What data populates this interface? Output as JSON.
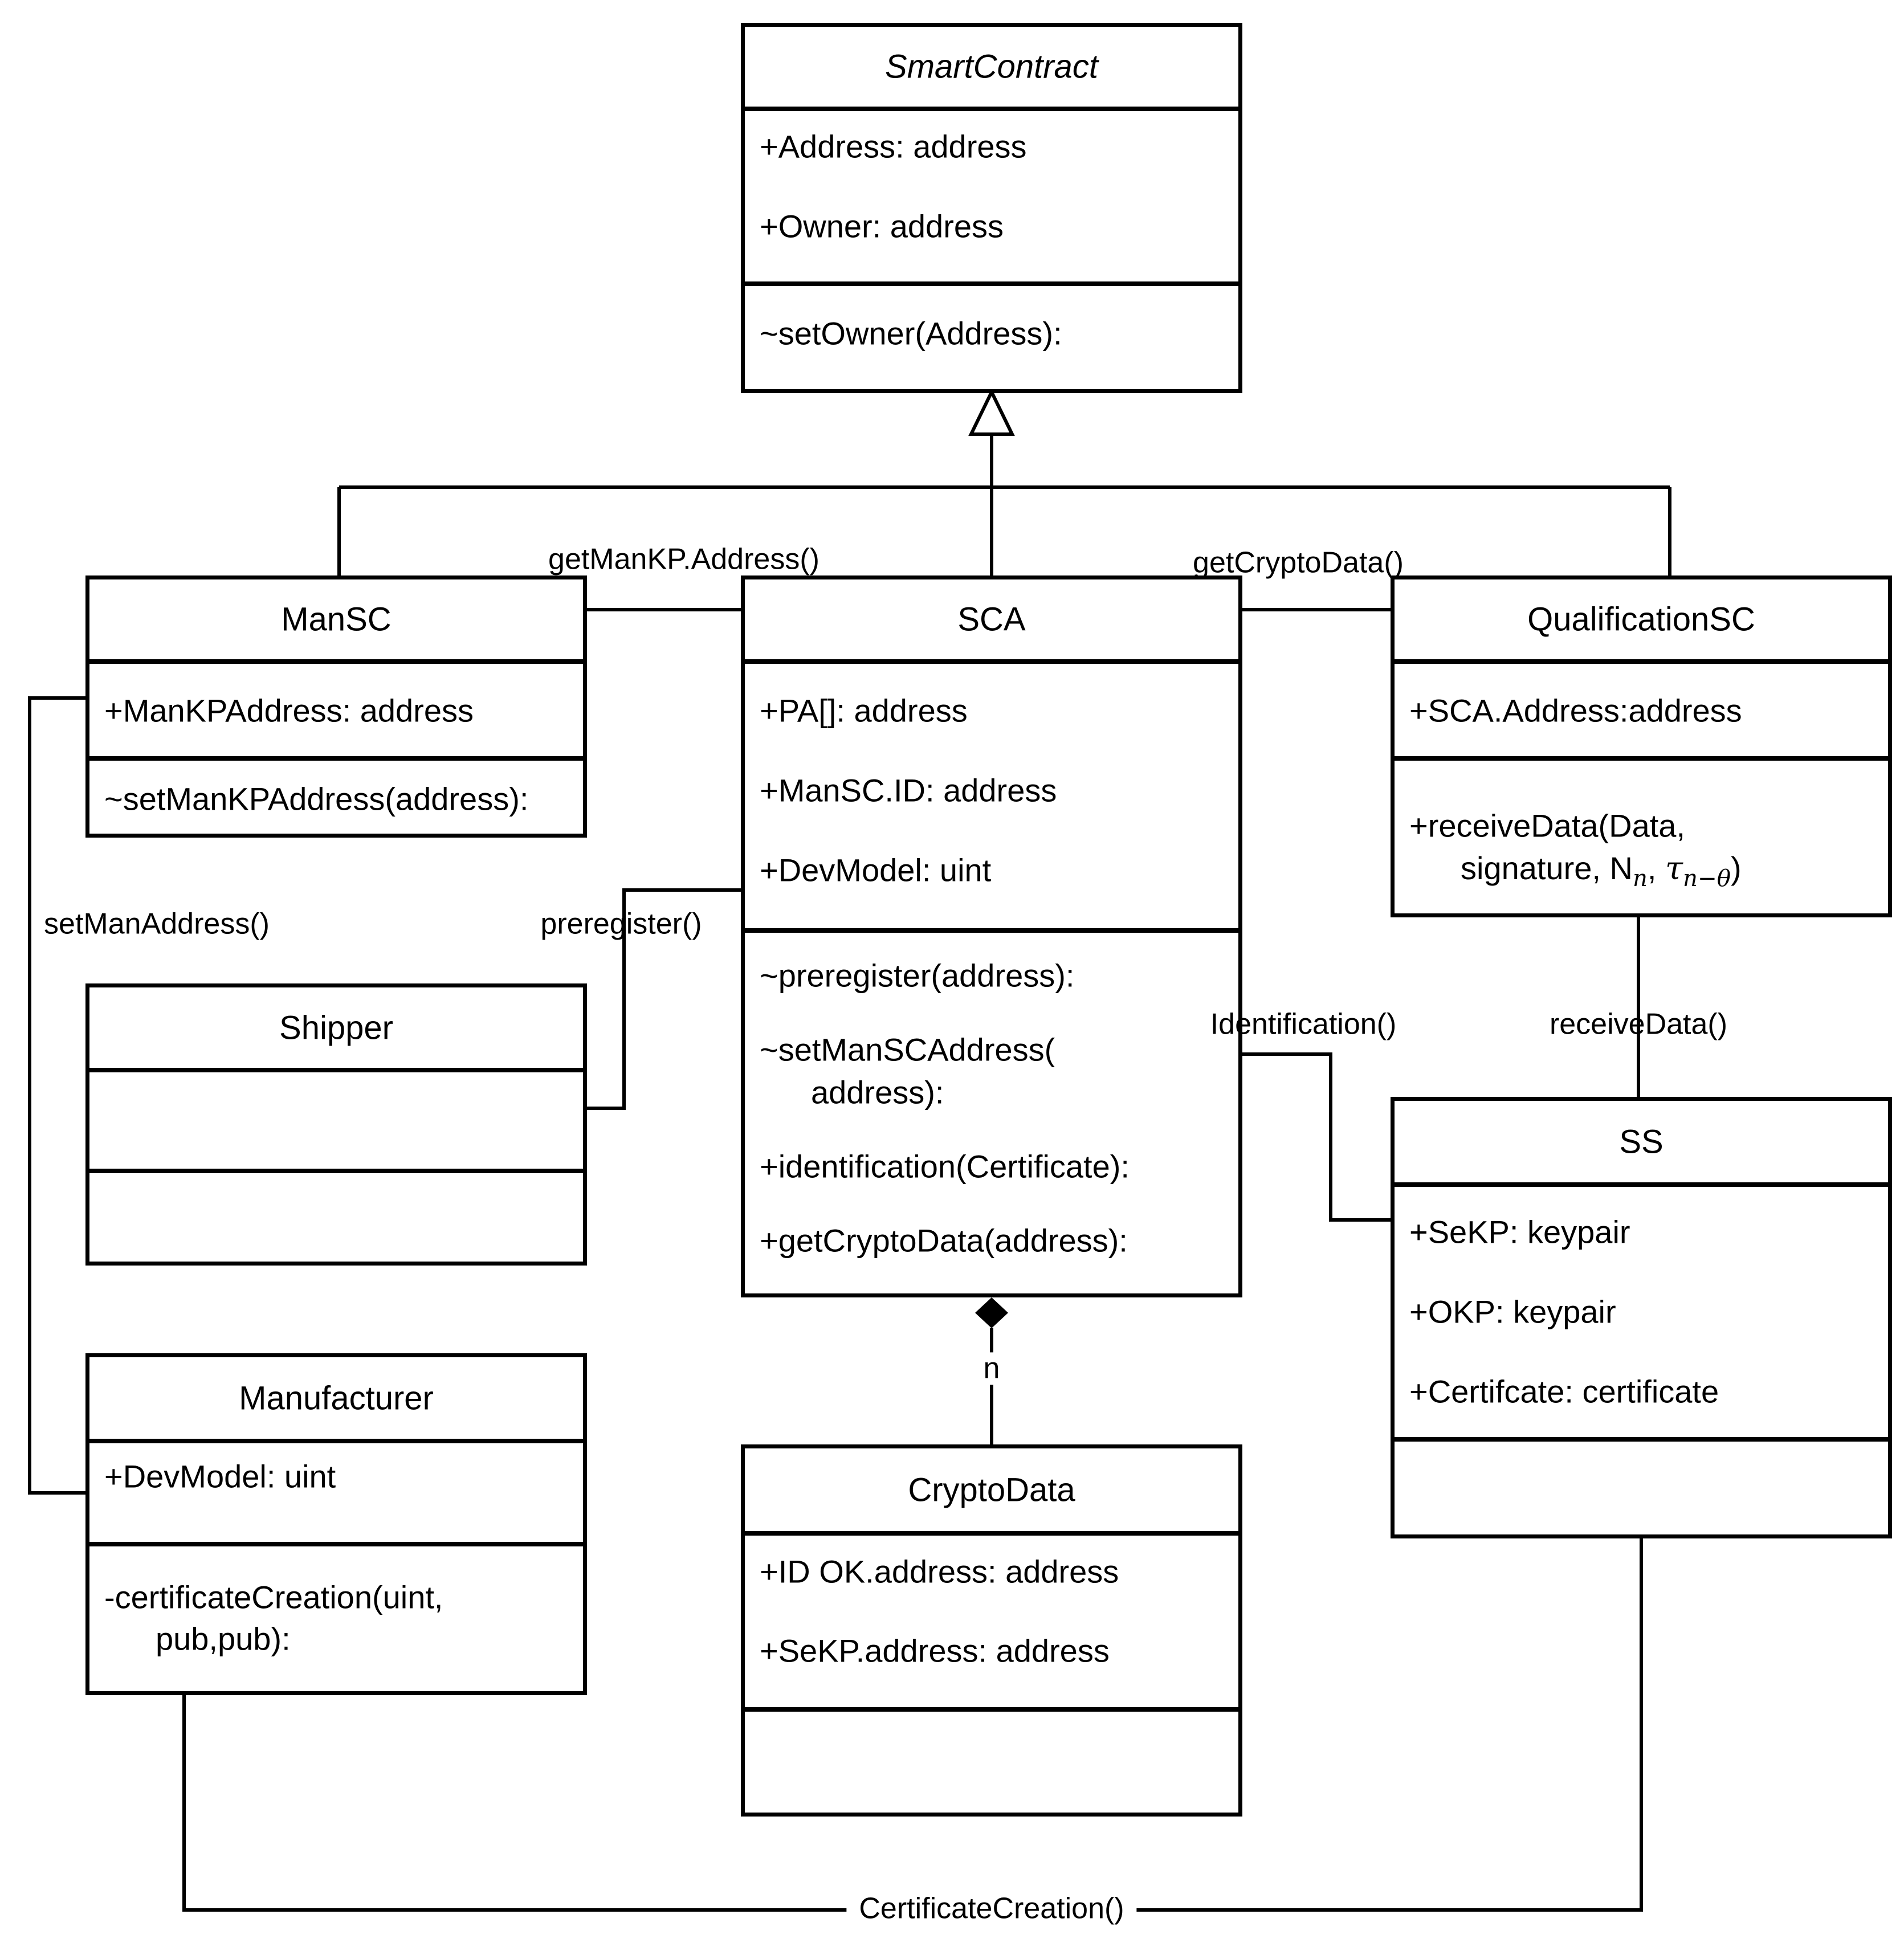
{
  "classes": {
    "smart_contract": {
      "title": "SmartContract",
      "attributes": [
        "+Address: address",
        "+Owner: address"
      ],
      "methods": [
        "~setOwner(Address):"
      ]
    },
    "man_sc": {
      "title": "ManSC",
      "attributes": [
        "+ManKPAddress: address"
      ],
      "methods": [
        "~setManKPAddress(address):"
      ]
    },
    "sca": {
      "title": "SCA",
      "attributes": [
        "+PA[]: address",
        "+ManSC.ID: address",
        "+DevModel: uint"
      ],
      "methods": [
        "~preregister(address):",
        "~setManSCAddress(",
        "address):",
        "+identification(Certificate):",
        "+getCryptoData(address):"
      ]
    },
    "qualification_sc": {
      "title": "QualificationSC",
      "attributes": [
        "+SCA.Address:address"
      ],
      "methods": [
        "+receiveData(Data,"
      ],
      "method_line2_parts": [
        "signature, N",
        "n",
        ", ",
        "τ",
        "n−θ",
        ")"
      ]
    },
    "shipper": {
      "title": "Shipper"
    },
    "manufacturer": {
      "title": "Manufacturer",
      "attributes": [
        "+DevModel: uint"
      ],
      "methods": [
        "-certificateCreation(uint,",
        "pub,pub):"
      ]
    },
    "crypto_data": {
      "title": "CryptoData",
      "attributes": [
        "+ID OK.address: address",
        "+SeKP.address: address"
      ]
    },
    "ss": {
      "title": "SS",
      "attributes": [
        "+SeKP: keypair",
        "+OKP: keypair",
        "+Certifcate: certificate"
      ]
    }
  },
  "connector_labels": {
    "get_mankp_address": "getManKP.Address()",
    "get_crypto_data": "getCryptoData()",
    "set_man_address": "setManAddress()",
    "preregister": "preregister()",
    "identification": "Identification()",
    "receive_data": "receiveData()",
    "certificate_creation": "CertificateCreation()",
    "multiplicity_n": "n"
  },
  "colors": {
    "line": "#000000",
    "background": "#ffffff"
  }
}
